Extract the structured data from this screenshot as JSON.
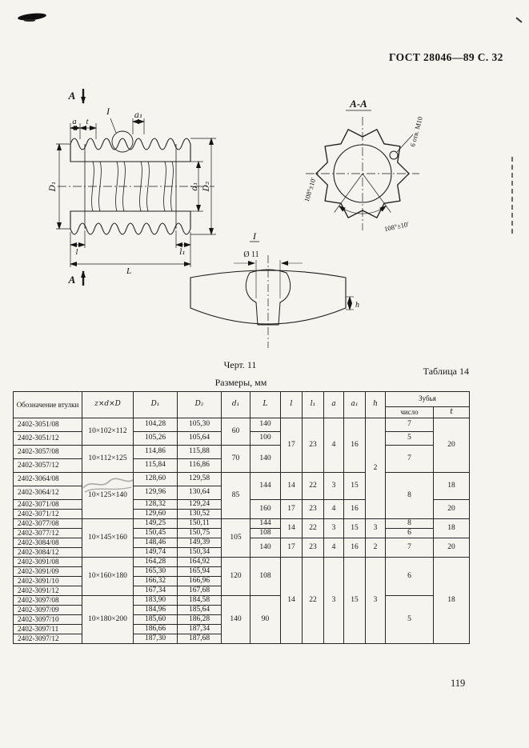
{
  "page": {
    "header": "ГОСТ 28046—89 С. 32",
    "figure_caption": "Черт. 11",
    "page_number": "119"
  },
  "drawing": {
    "side_view": {
      "section": "A",
      "detail": "I",
      "dim_a": "a",
      "dim_t": "t",
      "dim_a1": "a₁",
      "dim_D1": "D₁",
      "dim_d1": "d₁",
      "dim_D2": "D₂",
      "dim_l": "l",
      "dim_l1": "l₁",
      "dim_L": "L"
    },
    "section_view": {
      "title": "А-А",
      "hole_note": "6 отв. М10",
      "angle_left": "108°±10'",
      "angle_right": "108°±10'"
    },
    "detail_view": {
      "label": "I",
      "diameter": "Ø 11",
      "dim_h": "h"
    }
  },
  "table": {
    "caption": "Таблица 14",
    "title": "Размеры, мм",
    "headers": {
      "designation": "Обозначение втулки",
      "zdd": "z×d×D",
      "D1": "D₁",
      "D2": "D₂",
      "d1": "d₁",
      "L": "L",
      "l": "l",
      "l1": "l₁",
      "a": "a",
      "a1": "a₁",
      "h": "h",
      "teeth": "Зубья",
      "teeth_count": "число",
      "teeth_t": "t"
    },
    "rows": [
      {
        "des": "2402-3051/08",
        "zdd": "10×102×112",
        "D1": "104,28",
        "D2": "105,30",
        "d1": "60",
        "L": "140",
        "l": "17",
        "l1": "23",
        "a": "4",
        "a1": "16",
        "h": "2",
        "num": "7",
        "t": "20"
      },
      {
        "des": "2402-3051/12",
        "D1": "105,26",
        "D2": "105,64",
        "L": "100",
        "num": "5"
      },
      {
        "des": "2402-3057/08",
        "zdd": "10×112×125",
        "D1": "114,86",
        "D2": "115,88",
        "d1": "70",
        "L": "140",
        "num": "7"
      },
      {
        "des": "2402-3057/12",
        "D1": "115,84",
        "D2": "116,86"
      },
      {
        "des": "2402-3064/08",
        "zdd": "10×125×140",
        "D1": "128,60",
        "D2": "129,58",
        "d1": "85",
        "L": "144",
        "l": "14",
        "l1": "22",
        "a": "3",
        "a1": "15",
        "num": "8",
        "t": "18"
      },
      {
        "des": "2402-3064/12",
        "D1": "129,96",
        "D2": "130,64"
      },
      {
        "des": "2402-3071/08",
        "D1": "128,32",
        "D2": "129,24",
        "L": "160",
        "l": "17",
        "l1": "23",
        "a": "4",
        "a1": "16",
        "t": "20"
      },
      {
        "des": "2402-3071/12",
        "D1": "129,60",
        "D2": "130,52"
      },
      {
        "des": "2402-3077/08",
        "zdd": "10×145×160",
        "D1": "149,25",
        "D2": "150,11",
        "d1": "105",
        "L": "144",
        "l": "14",
        "l1": "22",
        "a": "3",
        "a1": "15",
        "h": "3",
        "num": "8",
        "t": "18"
      },
      {
        "des": "2402-3077/12",
        "D1": "150,45",
        "D2": "150,75",
        "L": "108",
        "num": "6"
      },
      {
        "des": "2402-3084/08",
        "D1": "148,46",
        "D2": "149,39",
        "L": "140",
        "l": "17",
        "l1": "23",
        "a": "4",
        "a1": "16",
        "h": "2",
        "num": "7",
        "t": "20"
      },
      {
        "des": "2402-3084/12",
        "D1": "149,74",
        "D2": "150,34"
      },
      {
        "des": "2402-3091/08",
        "zdd": "10×160×180",
        "D1": "164,28",
        "D2": "164,92",
        "d1": "120",
        "L": "108",
        "l": "14",
        "l1": "22",
        "a": "3",
        "a1": "15",
        "h": "3",
        "num": "6",
        "t": "18"
      },
      {
        "des": "2402-3091/09",
        "D1": "165,30",
        "D2": "165,94"
      },
      {
        "des": "2402-3091/10",
        "D1": "166,32",
        "D2": "166,96"
      },
      {
        "des": "2402-3091/12",
        "D1": "167,34",
        "D2": "167,68"
      },
      {
        "des": "2402-3097/08",
        "zdd": "10×180×200",
        "D1": "183,90",
        "D2": "184,58",
        "d1": "140",
        "L": "90",
        "num": "5"
      },
      {
        "des": "2402-3097/09",
        "D1": "184,96",
        "D2": "185,64"
      },
      {
        "des": "2402-3097/10",
        "D1": "185,60",
        "D2": "186,28"
      },
      {
        "des": "2402-3097/11",
        "D1": "186,66",
        "D2": "187,34"
      },
      {
        "des": "2402-3097/12",
        "D1": "187,30",
        "D2": "187,68"
      }
    ]
  }
}
